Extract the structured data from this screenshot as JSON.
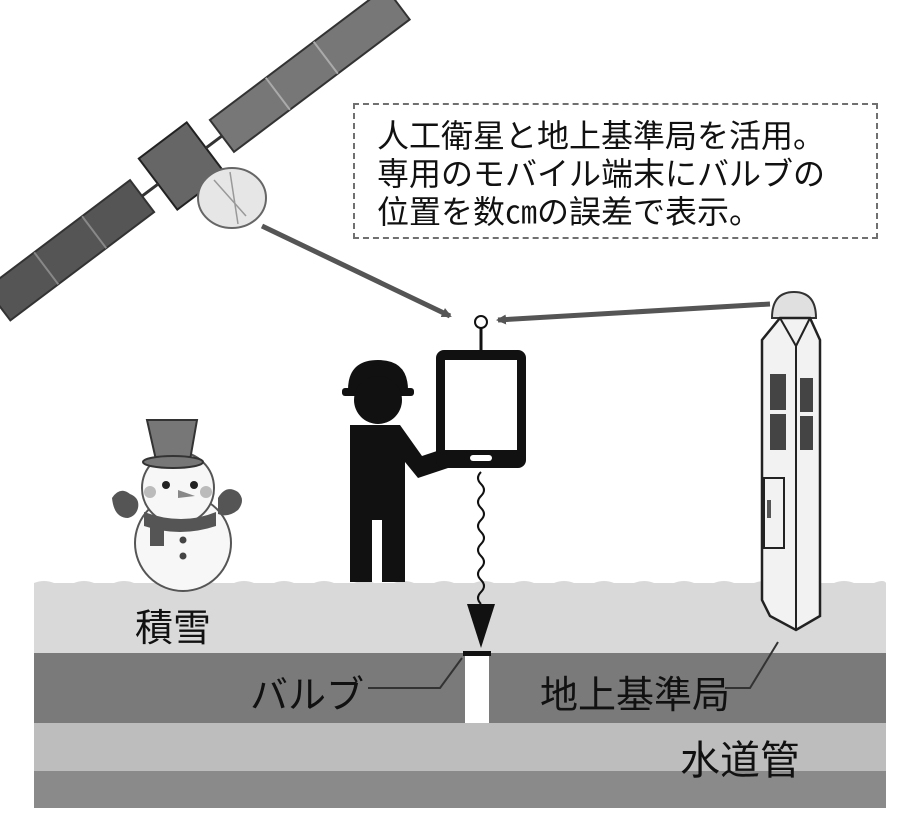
{
  "callout": {
    "lines": [
      "人工衛星と地上基準局を活用。",
      "専用のモバイル端末にバルブの",
      "位置を数㎝の誤差で表示。"
    ]
  },
  "labels": {
    "snow": "積雪",
    "valve": "バルブ",
    "station": "地上基準局",
    "pipe": "水道管"
  }
}
